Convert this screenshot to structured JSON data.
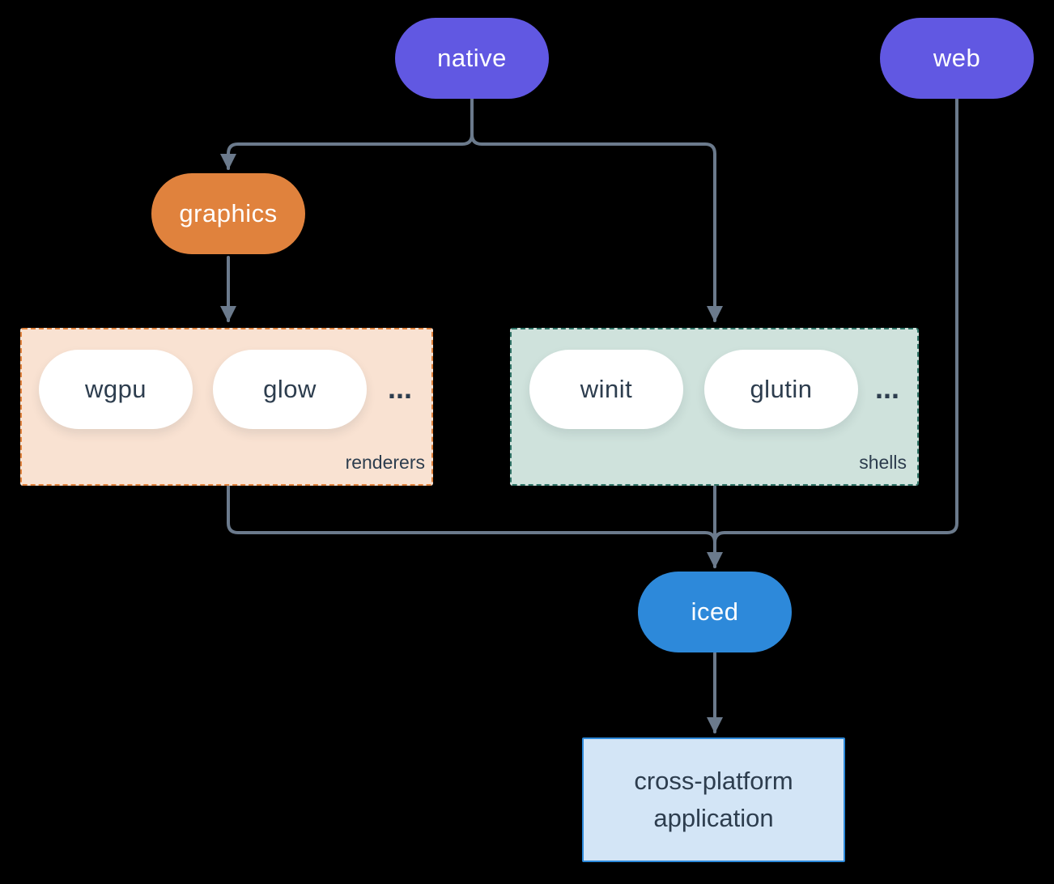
{
  "diagram": {
    "nodes": {
      "native": {
        "label": "native",
        "color": "#6158e2",
        "text_color": "#ffffff"
      },
      "web": {
        "label": "web",
        "color": "#6158e2",
        "text_color": "#ffffff"
      },
      "graphics": {
        "label": "graphics",
        "color": "#e0823d",
        "text_color": "#ffffff"
      },
      "iced": {
        "label": "iced",
        "color": "#2d89da",
        "text_color": "#ffffff"
      }
    },
    "groups": {
      "renderers": {
        "label": "renderers",
        "items": [
          "wgpu",
          "glow"
        ],
        "ellipsis": "...",
        "fill": "#f9e2d2",
        "border": "#e0823d"
      },
      "shells": {
        "label": "shells",
        "items": [
          "winit",
          "glutin"
        ],
        "ellipsis": "...",
        "fill": "#cfe2dc",
        "border": "#317568"
      }
    },
    "application": {
      "line1": "cross-platform",
      "line2": "application",
      "fill": "#d3e5f6",
      "border": "#2d89da",
      "text_color": "#2d3d4e"
    },
    "connector_color": "#6b7a8c",
    "background": "#000000",
    "item_text_color": "#2d3d4e"
  }
}
